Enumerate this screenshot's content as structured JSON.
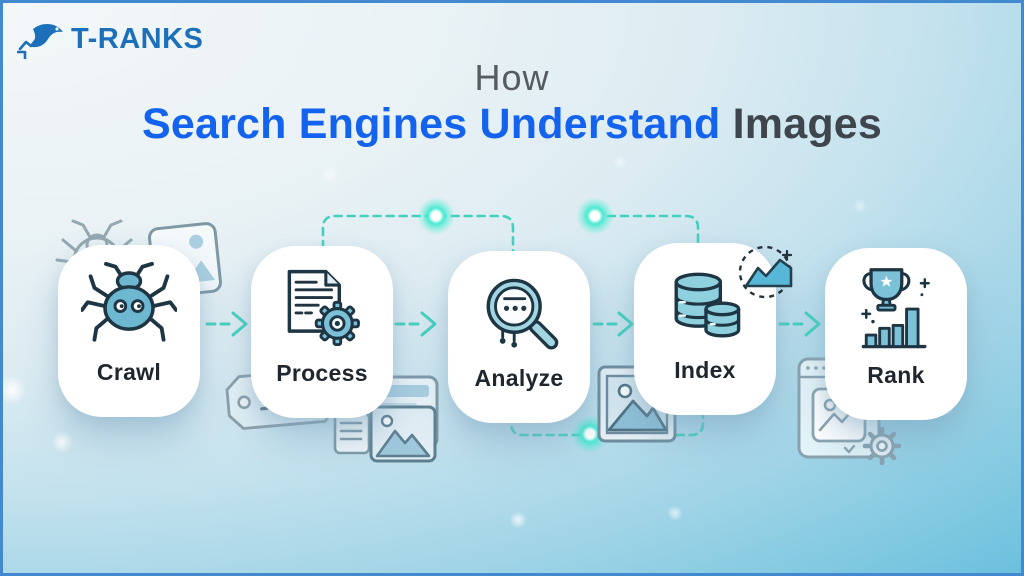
{
  "brand": {
    "name": "T-RANKS",
    "icon": "shark-trend-icon",
    "color": "#1b70b9"
  },
  "title": {
    "line1": "How",
    "line2_highlight": "Search Engines Understand",
    "line2_rest": "Images",
    "highlight_color": "#1463ef",
    "rest_color": "#3e454d"
  },
  "pipeline": {
    "steps": [
      {
        "label": "Crawl",
        "icon": "spider-icon"
      },
      {
        "label": "Process",
        "icon": "document-gear-icon"
      },
      {
        "label": "Analyze",
        "icon": "magnifying-glass-icon"
      },
      {
        "label": "Index",
        "icon": "database-icon"
      },
      {
        "label": "Rank",
        "icon": "trophy-chart-icon"
      }
    ],
    "connector_style": "dashed-arrow",
    "connector_color": "#43d1bf"
  },
  "decorations": [
    "bug-sketch-icon",
    "photo-frame-icon",
    "tag-icon",
    "stacked-photos-icon",
    "image-placeholder-icon",
    "growth-badge-icon",
    "browser-gear-icon"
  ],
  "colors": {
    "background_top_left": "#f3f7f8",
    "background_bottom_right": "#67bedd",
    "border": "#4289d0",
    "card": "#ffffff",
    "icon_fill": "#7cc1d8",
    "icon_outline": "#1e3544",
    "label": "#1f262d",
    "glow_dot": "#49ead2"
  }
}
